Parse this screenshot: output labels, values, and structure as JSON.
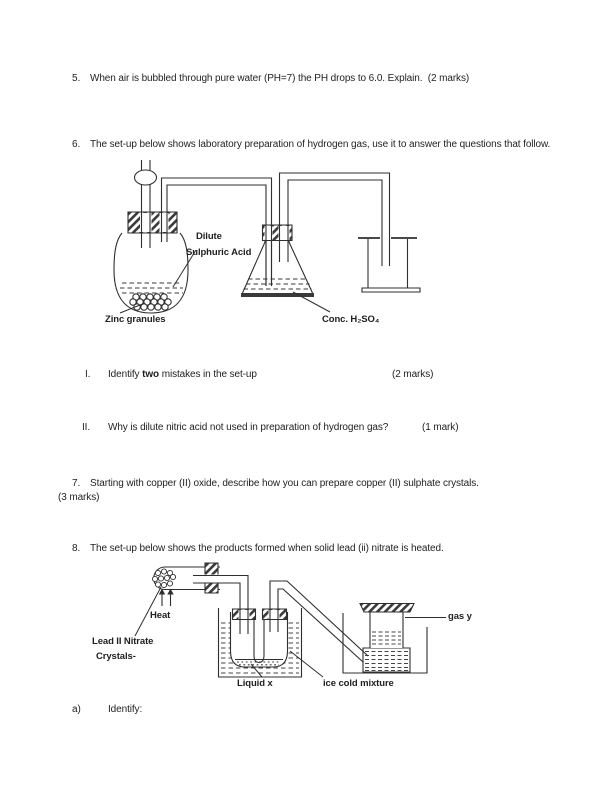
{
  "q5": {
    "num": "5.",
    "text": "When air is bubbled through pure water (PH=7) the PH drops to 6.0. Explain.  (2 marks)"
  },
  "q6": {
    "num": "6.",
    "text": "The set-up below shows laboratory preparation of hydrogen gas, use it to answer the questions that follow."
  },
  "diagram1": {
    "dilute_line1": "Dilute",
    "dilute_line2": "Sulphuric Acid",
    "zinc": "Zinc granules",
    "conc": "Conc. H₂SO₄"
  },
  "sub_i": {
    "num": "I.",
    "pre": "Identify ",
    "bold": "two",
    "post": " mistakes in the set-up",
    "marks": "(2 marks)"
  },
  "sub_ii": {
    "num": "II.",
    "text": "Why is dilute nitric acid not used in preparation of hydrogen gas?",
    "marks": "(1 mark)"
  },
  "q7": {
    "num": "7.",
    "text": "Starting with copper (II) oxide, describe how you can prepare copper (II) sulphate crystals.",
    "marks": "(3 marks)"
  },
  "q8": {
    "num": "8.",
    "text": "The set-up below shows the products formed when solid lead (ii) nitrate is heated."
  },
  "diagram2": {
    "heat": "Heat",
    "lead_line1": "Lead II Nitrate",
    "lead_line2": "Crystals-",
    "liquid_x": "Liquid x",
    "ice": "ice cold mixture",
    "gas_y": "gas y"
  },
  "sub_a": {
    "num": "a)",
    "text": "Identify:"
  }
}
